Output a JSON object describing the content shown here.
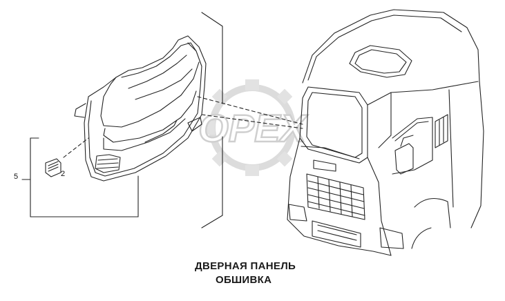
{
  "diagram": {
    "caption_line_1": "ДВЕРНАЯ ПАНЕЛЬ",
    "caption_line_2": "ОБШИВКА",
    "callouts": {
      "part_5": "5",
      "part_2": "2"
    },
    "watermark_text": "OPEX",
    "line_color": "#222222",
    "watermark_color": "#d9d9d9"
  }
}
